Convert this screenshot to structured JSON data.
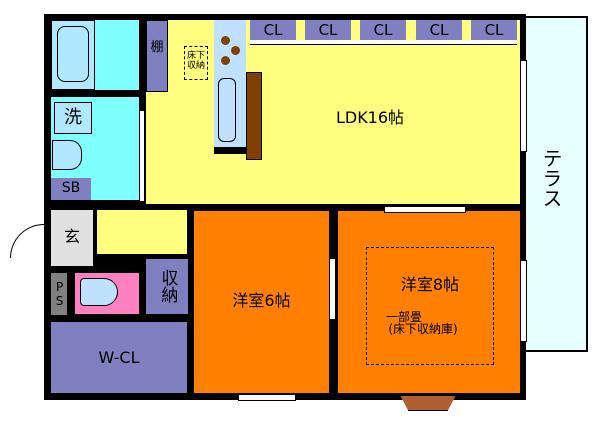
{
  "rooms": {
    "ldk": "LDK16帖",
    "terrace": "テラス",
    "wash": "洗",
    "sb": "SB",
    "shelf": "棚",
    "underfloor": "床下収納",
    "entrance": "玄",
    "ps": "PS",
    "storage": "収納",
    "wcl": "W-CL",
    "western6": "洋室6帖",
    "western8": "洋室8帖",
    "western8_note1": "一部畳",
    "western8_note2": "(床下収納庫)"
  },
  "closets": [
    "CL",
    "CL",
    "CL",
    "CL",
    "CL"
  ],
  "colors": {
    "ldk": "#ffff80",
    "bedroom": "#ff8000",
    "storage": "#8080c0",
    "wet": "#80ffff",
    "toilet": "#ff80c0"
  }
}
